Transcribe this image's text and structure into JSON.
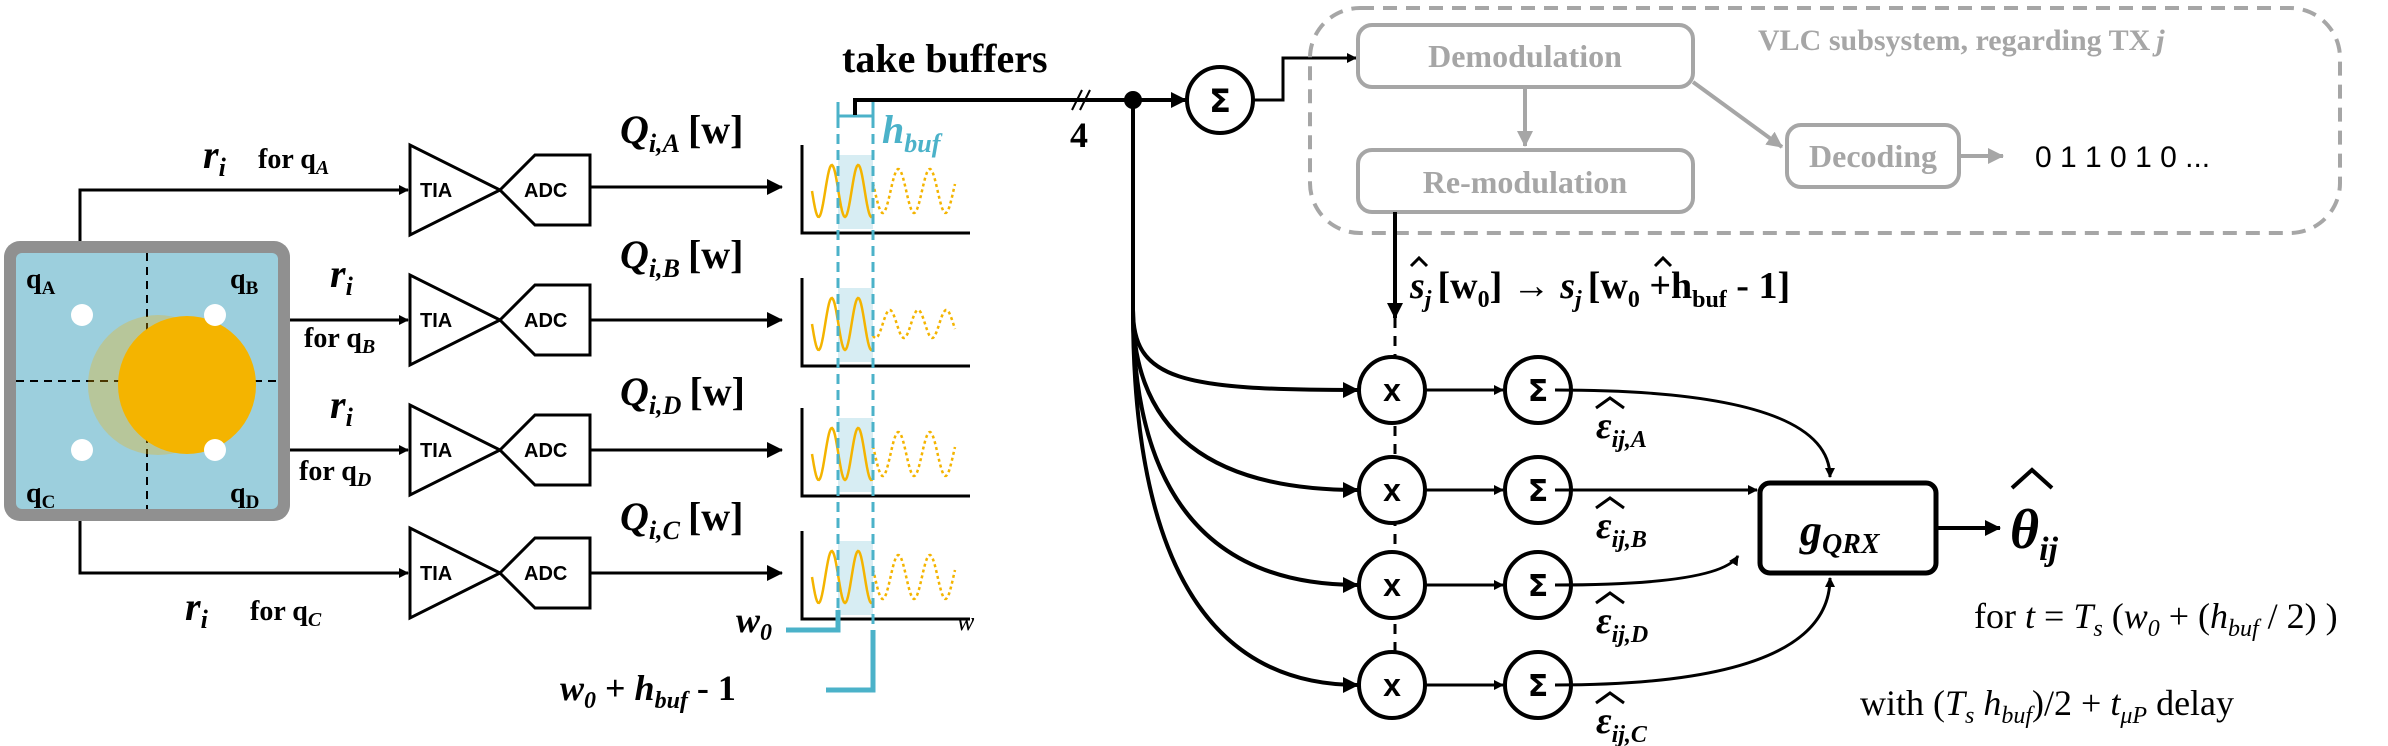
{
  "colors": {
    "ink": "#000000",
    "photodiode_fill": "#9ccfdd",
    "photodiode_border": "#909090",
    "light_spot": "#f4b400",
    "buffer_highlight": "#4bb2c9",
    "buffer_fill": "#cde9f0",
    "signal": "#f4b400",
    "vlc_gray": "#a6a6a6"
  },
  "icons": {
    "summation": "sigma-icon",
    "multiplier": "x-icon",
    "photodiode": "quadrant-photodiode-icon",
    "amplifier": "triangle-amplifier-icon"
  },
  "photodiode": {
    "labels": [
      "q",
      "q",
      "q",
      "q"
    ],
    "subs": [
      "A",
      "B",
      "C",
      "D"
    ]
  },
  "channels": [
    {
      "signal": "r",
      "sub": "i",
      "for": "for q",
      "for_sub": "A",
      "q_sym": "Q",
      "q_sub": "i,A",
      "q_idx": "[w]",
      "tia": "TIA",
      "adc": "ADC"
    },
    {
      "signal": "r",
      "sub": "i",
      "for": "for q",
      "for_sub": "B",
      "q_sym": "Q",
      "q_sub": "i,B",
      "q_idx": "[w]",
      "tia": "TIA",
      "adc": "ADC"
    },
    {
      "signal": "r",
      "sub": "i",
      "for": "for q",
      "for_sub": "D",
      "q_sym": "Q",
      "q_sub": "i,D",
      "q_idx": "[w]",
      "tia": "TIA",
      "adc": "ADC"
    },
    {
      "signal": "r",
      "sub": "i",
      "for": "for q",
      "for_sub": "C",
      "q_sym": "Q",
      "q_sub": "i,C",
      "q_idx": "[w]",
      "tia": "TIA",
      "adc": "ADC"
    }
  ],
  "buffer": {
    "take_buffers": "take buffers",
    "h": "h",
    "h_sub": "buf",
    "bus_width": "4",
    "axis_w": "w",
    "w0": "w",
    "w0_sub": "0",
    "wend_w": "w",
    "wend_sub0": "0",
    "wend_plus": " + ",
    "wend_h": "h",
    "wend_hsub": "buf",
    "wend_minus": " - 1"
  },
  "vlc": {
    "title": "VLC subsystem, regarding TX",
    "title_j": "j",
    "demod": "Demodulation",
    "remod": "Re-modulation",
    "decoding": "Decoding",
    "bits": "0 1 1 0 1 0 ..."
  },
  "ref_signal": {
    "s": "s",
    "j": "j",
    "w0_open": "[w",
    "w0_sub": "0",
    "w0_close": "]",
    "arrow": "→",
    "end_open": "[w",
    "end_sub": "0",
    "end_rest": " +h",
    "end_hsub": "buf",
    "end_close": " - 1]"
  },
  "correlators": [
    {
      "x": "x",
      "sum": "Σ",
      "eps": "ε",
      "eps_sub": "ij,A"
    },
    {
      "x": "x",
      "sum": "Σ",
      "eps": "ε",
      "eps_sub": "ij,B"
    },
    {
      "x": "x",
      "sum": "Σ",
      "eps": "ε",
      "eps_sub": "ij,D"
    },
    {
      "x": "x",
      "sum": "Σ",
      "eps": "ε",
      "eps_sub": "ij,C"
    }
  ],
  "top_sum": "Σ",
  "estimator": {
    "g": "g",
    "g_sub": "QRX",
    "theta": "θ",
    "theta_sub": "ij"
  },
  "timing": {
    "line1_a": "for ",
    "t": "t",
    "eq": " = ",
    "Ts": "T",
    "Ts_sub": "s",
    "open": " (",
    "w": "w",
    "w_sub": "0",
    "plus": " + (",
    "h": "h",
    "h_sub": "buf",
    "tail": " / 2) )",
    "line2_a": "with (",
    "Ts2": "T",
    "Ts2_sub": "s",
    "sp": " ",
    "h2": "h",
    "h2_sub": "buf",
    "mid": ")/2 + ",
    "t2": "t",
    "t2_sub": "μP",
    "delay": " delay"
  }
}
